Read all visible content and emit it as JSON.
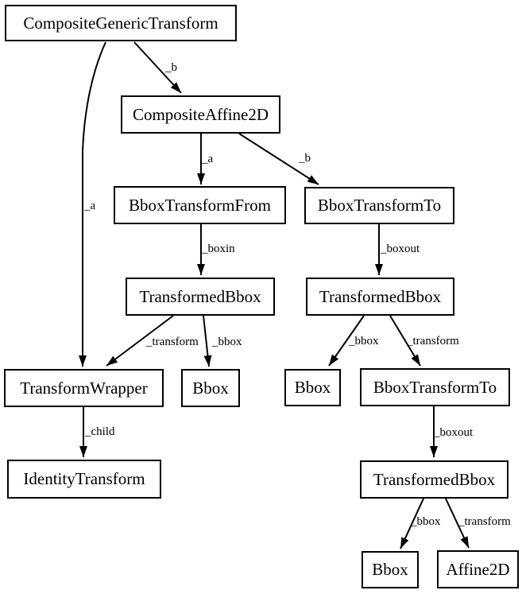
{
  "diagram": {
    "kind": "directed-graph",
    "background_color": "#ffffff",
    "node_border_color": "#000000",
    "edge_color": "#000000",
    "text_color": "#000000"
  },
  "nodes": [
    {
      "id": "composite-generic-transform",
      "label": "CompositeGenericTransform"
    },
    {
      "id": "composite-affine2d",
      "label": "CompositeAffine2D"
    },
    {
      "id": "bbox-transform-from",
      "label": "BboxTransformFrom"
    },
    {
      "id": "bbox-transform-to-1",
      "label": "BboxTransformTo"
    },
    {
      "id": "transformed-bbox-left",
      "label": "TransformedBbox"
    },
    {
      "id": "transformed-bbox-right",
      "label": "TransformedBbox"
    },
    {
      "id": "transform-wrapper",
      "label": "TransformWrapper"
    },
    {
      "id": "bbox-left",
      "label": "Bbox"
    },
    {
      "id": "bbox-right",
      "label": "Bbox"
    },
    {
      "id": "bbox-transform-to-2",
      "label": "BboxTransformTo"
    },
    {
      "id": "identity-transform",
      "label": "IdentityTransform"
    },
    {
      "id": "transformed-bbox-bottom",
      "label": "TransformedBbox"
    },
    {
      "id": "bbox-bottom",
      "label": "Bbox"
    },
    {
      "id": "affine2d",
      "label": "Affine2D"
    }
  ],
  "edges": [
    {
      "from": "composite-generic-transform",
      "to": "composite-affine2d",
      "label": "_b"
    },
    {
      "from": "composite-generic-transform",
      "to": "transform-wrapper",
      "label": "_a"
    },
    {
      "from": "composite-affine2d",
      "to": "bbox-transform-from",
      "label": "_a"
    },
    {
      "from": "composite-affine2d",
      "to": "bbox-transform-to-1",
      "label": "_b"
    },
    {
      "from": "bbox-transform-from",
      "to": "transformed-bbox-left",
      "label": "_boxin"
    },
    {
      "from": "bbox-transform-to-1",
      "to": "transformed-bbox-right",
      "label": "_boxout"
    },
    {
      "from": "transformed-bbox-left",
      "to": "transform-wrapper",
      "label": "_transform"
    },
    {
      "from": "transformed-bbox-left",
      "to": "bbox-left",
      "label": "_bbox"
    },
    {
      "from": "transformed-bbox-right",
      "to": "bbox-right",
      "label": "_bbox"
    },
    {
      "from": "transformed-bbox-right",
      "to": "bbox-transform-to-2",
      "label": "_transform"
    },
    {
      "from": "transform-wrapper",
      "to": "identity-transform",
      "label": "_child"
    },
    {
      "from": "bbox-transform-to-2",
      "to": "transformed-bbox-bottom",
      "label": "_boxout"
    },
    {
      "from": "transformed-bbox-bottom",
      "to": "bbox-bottom",
      "label": "_bbox"
    },
    {
      "from": "transformed-bbox-bottom",
      "to": "affine2d",
      "label": "_transform"
    }
  ]
}
